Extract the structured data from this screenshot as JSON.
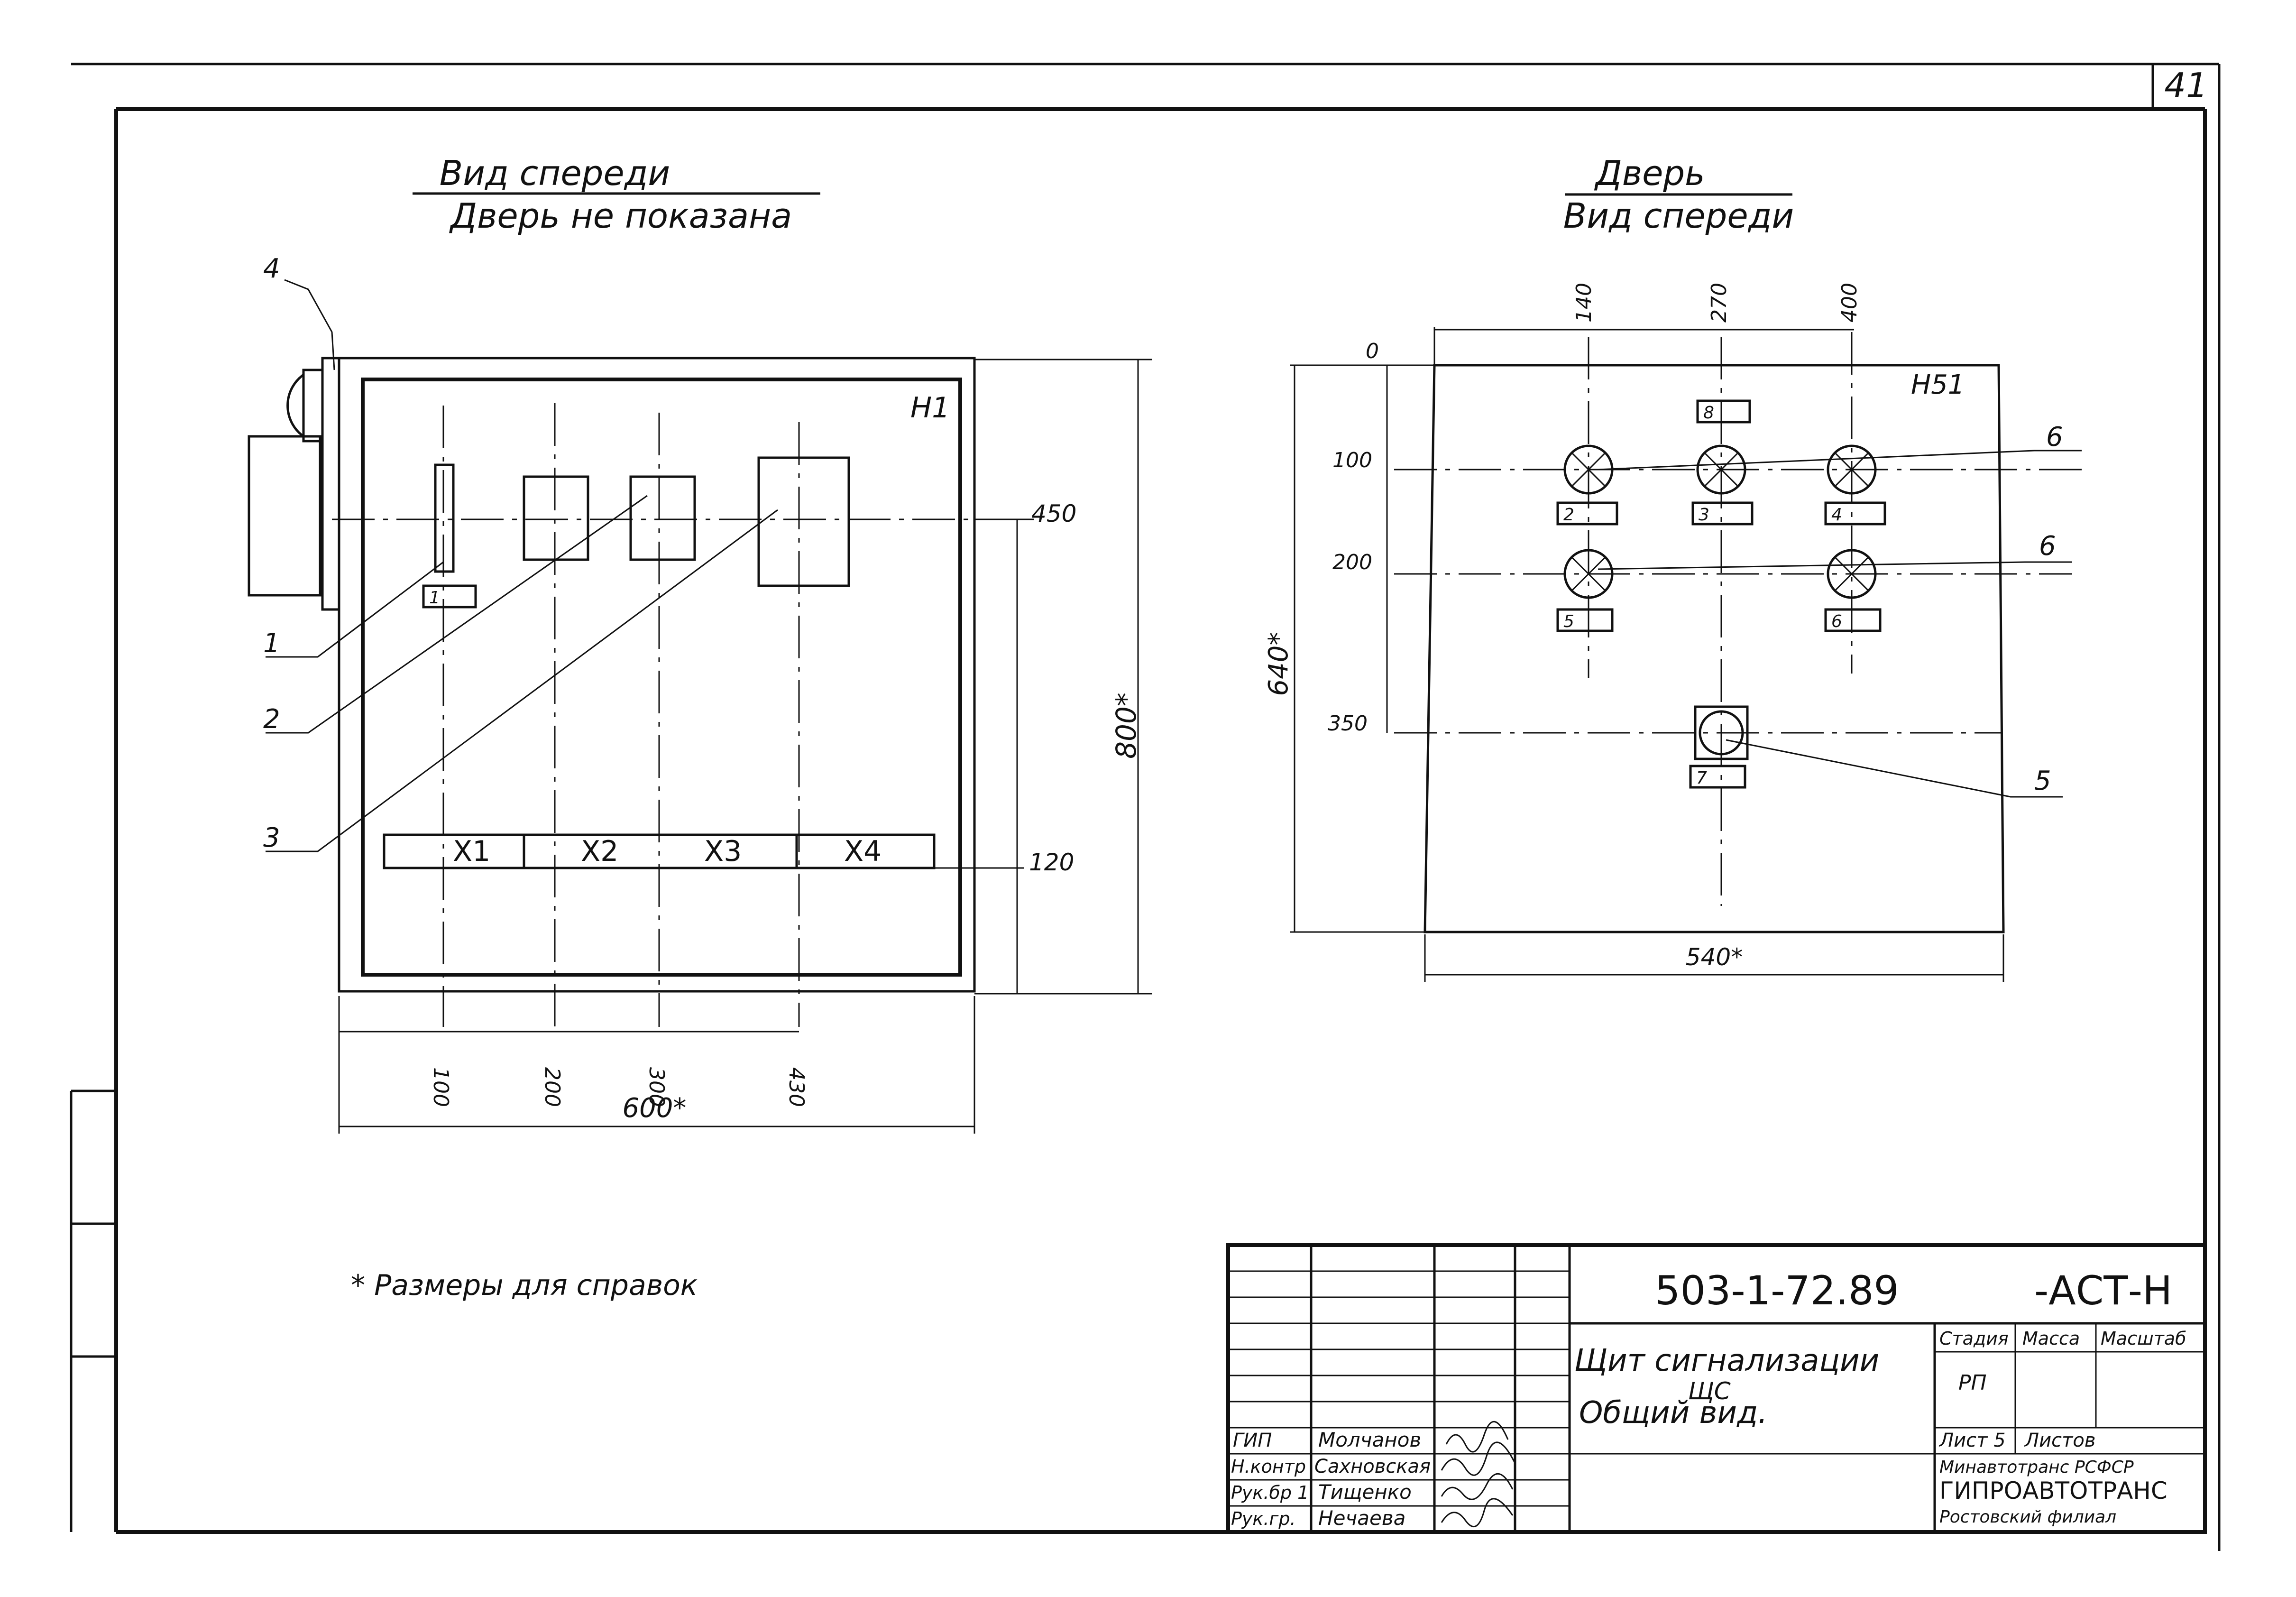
{
  "sheet_number": "41",
  "left_view": {
    "title": "Вид спереди",
    "subtitle": "Дверь не показана",
    "panel_code": "H1",
    "terminals": [
      "X1",
      "X2",
      "X3",
      "X4"
    ],
    "callouts": [
      "1",
      "2",
      "3",
      "4"
    ],
    "dims_bottom": [
      "100",
      "200",
      "300",
      "430"
    ],
    "dim_width": "600*",
    "dim_height": "800*",
    "dim_450": "450",
    "dim_120": "120",
    "label_1": "1"
  },
  "right_view": {
    "title": "Дверь",
    "subtitle": "Вид спереди",
    "panel_code": "H51",
    "dims_top": [
      "140",
      "270",
      "400"
    ],
    "dims_left": [
      "0",
      "100",
      "200",
      "350"
    ],
    "dim_height": "640*",
    "dim_width": "540*",
    "callouts": [
      "6",
      "6",
      "5"
    ],
    "tags": [
      "8",
      "2",
      "3",
      "4",
      "5",
      "6",
      "7"
    ]
  },
  "footnote": "* Размеры для справок",
  "title_block": {
    "doc_code": "503-1-72.89",
    "doc_suffix": "-АСТ-Н",
    "name_line1": "Щит сигнализации",
    "name_line2": "ЩС",
    "name_line3": "Общий вид.",
    "col_stage": "Стадия",
    "col_mass": "Масса",
    "col_scale": "Масштаб",
    "stage_value": "РП",
    "sheet_label": "Лист 5",
    "sheets_label": "Листов",
    "org_line1": "Минавтотранс РСФСР",
    "org_line2": "ГИПРОАВТОТРАНС",
    "org_line3": "Ростовский филиал",
    "roles": [
      "ГИП",
      "Н.контр",
      "Рук.бр 1",
      "Рук.гр."
    ],
    "names": [
      "Молчанов",
      "Сахновская",
      "Тищенко",
      "Нечаева"
    ]
  }
}
